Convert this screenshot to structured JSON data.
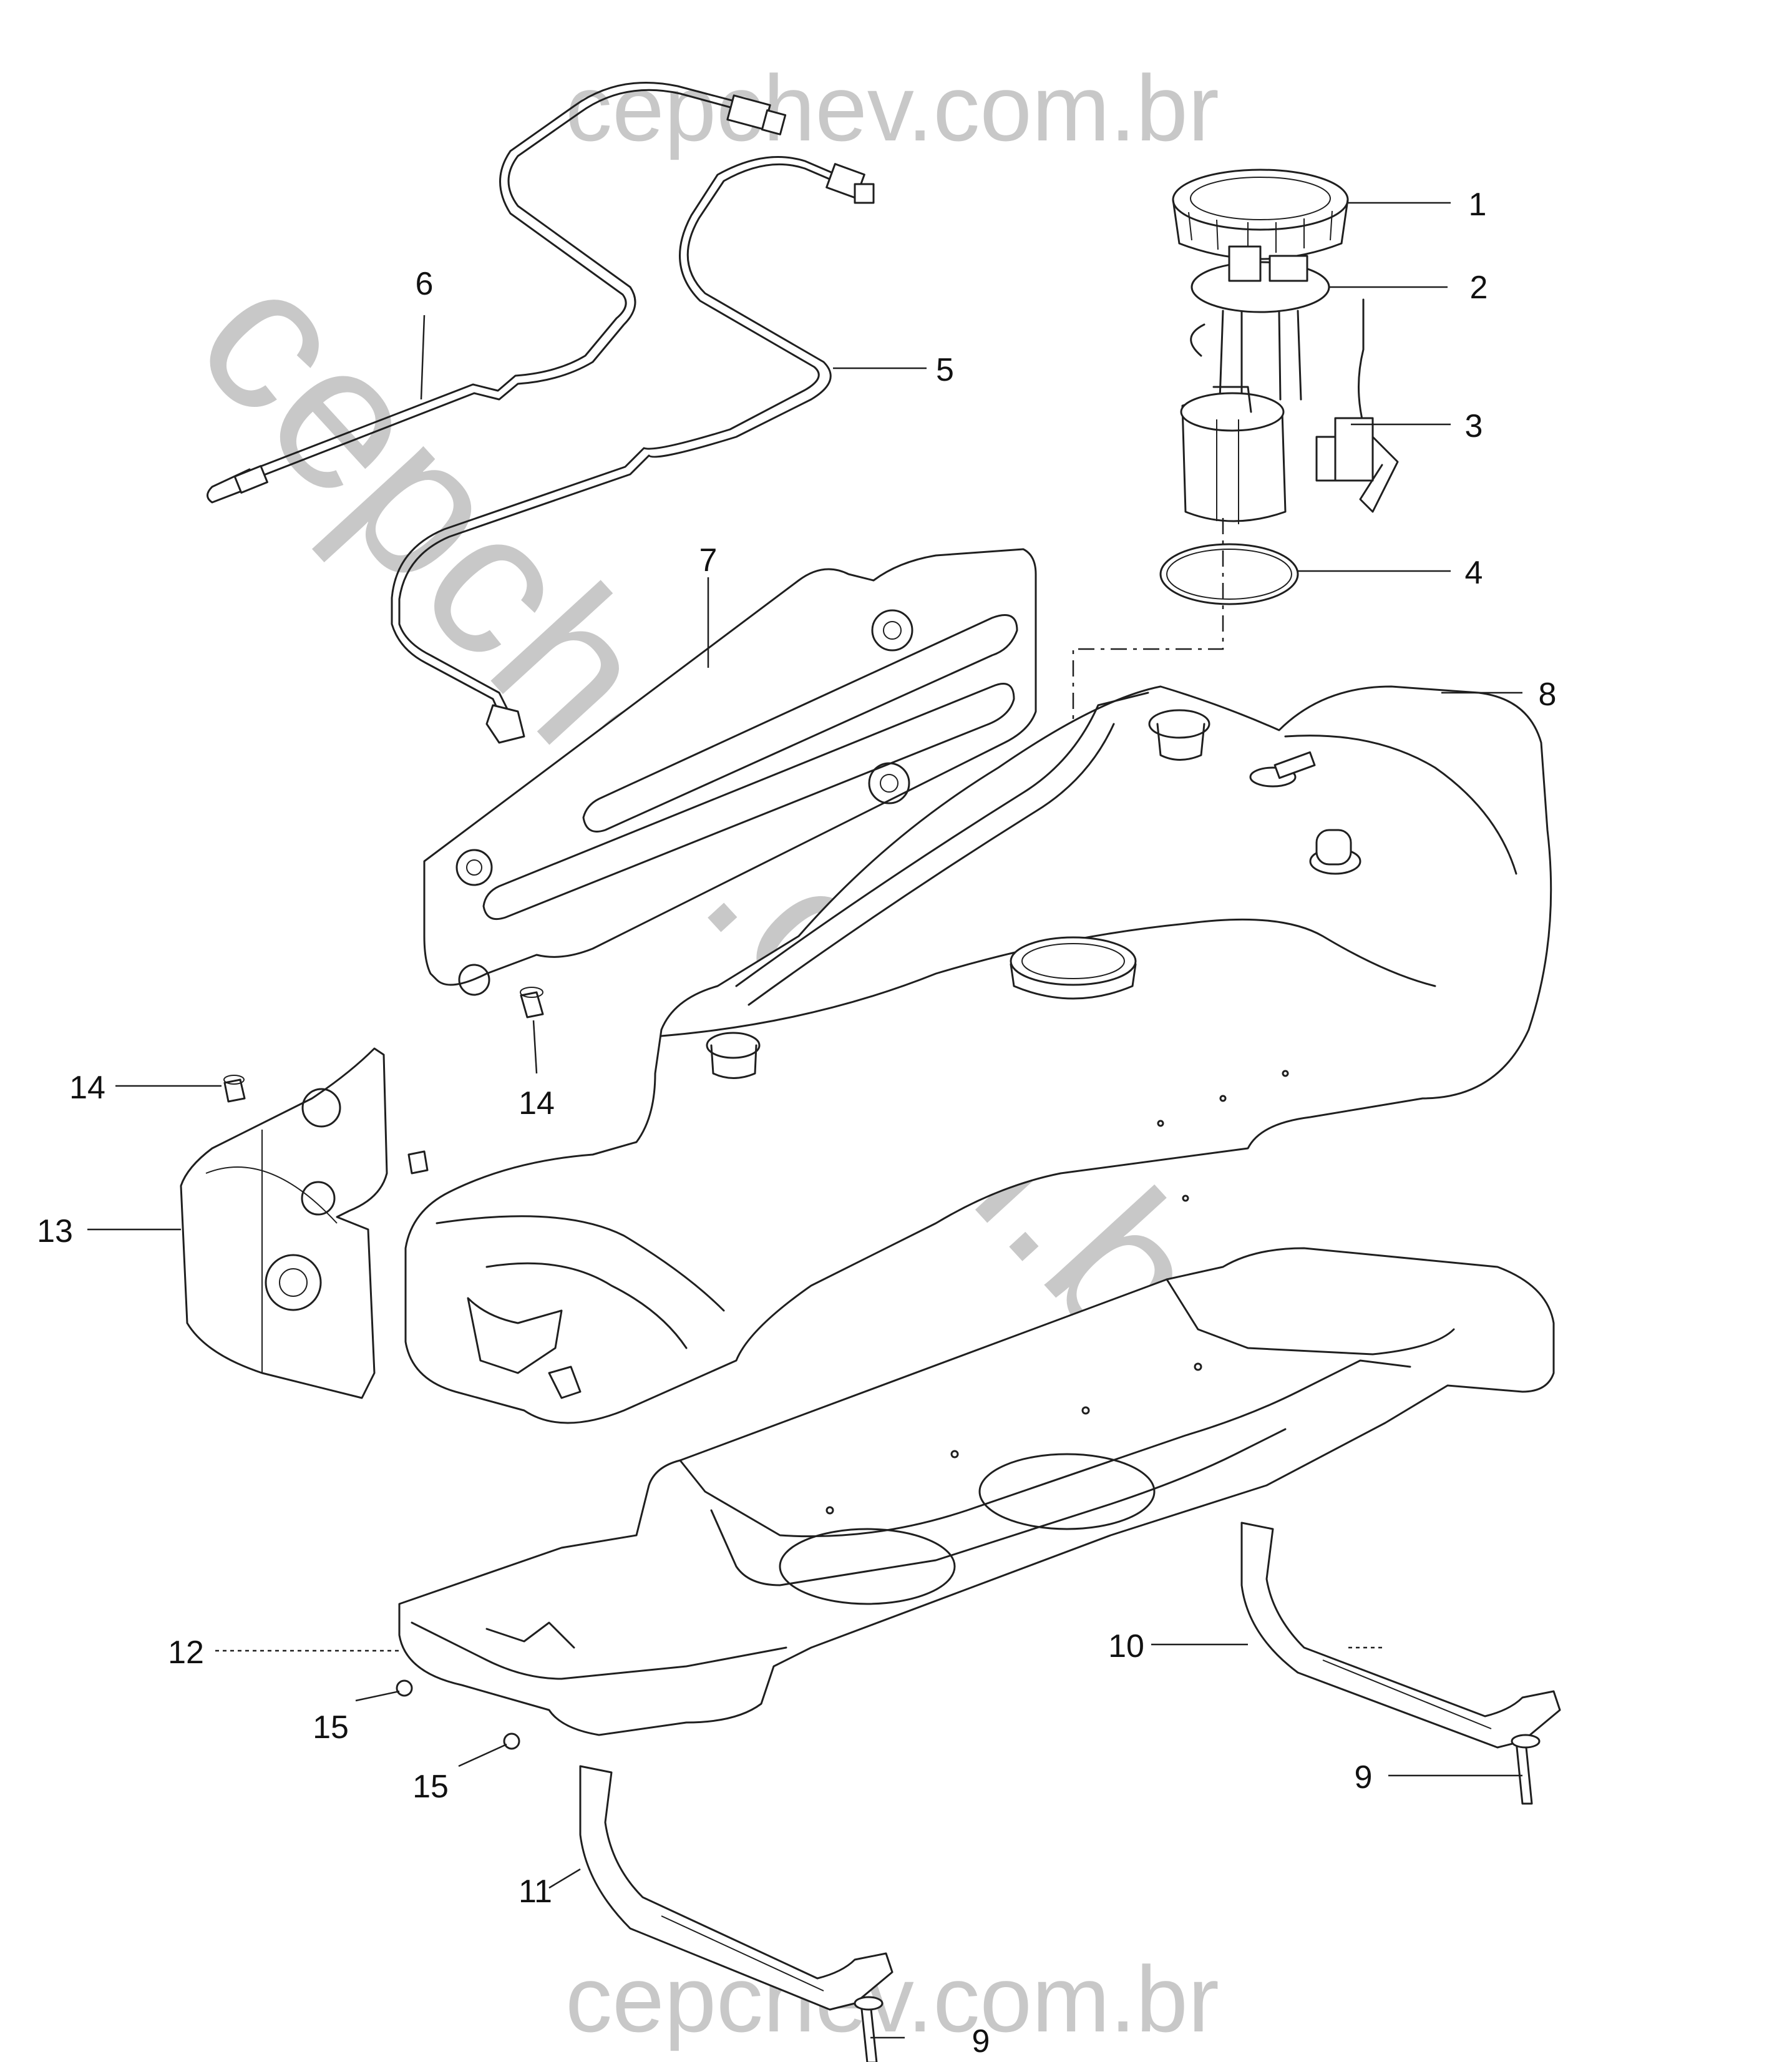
{
  "watermark": {
    "top": "cepchev.com.br",
    "bottom": "cepchev.com.br",
    "diagonal": "cepchev.com.br",
    "color": "#c8c8c8"
  },
  "callouts": {
    "c1": "1",
    "c2": "2",
    "c3": "3",
    "c4": "4",
    "c5": "5",
    "c6": "6",
    "c7": "7",
    "c8": "8",
    "c9a": "9",
    "c9b": "9",
    "c10": "10",
    "c11": "11",
    "c12": "12",
    "c13": "13",
    "c14a": "14",
    "c14b": "14",
    "c15a": "15",
    "c15b": "15"
  }
}
